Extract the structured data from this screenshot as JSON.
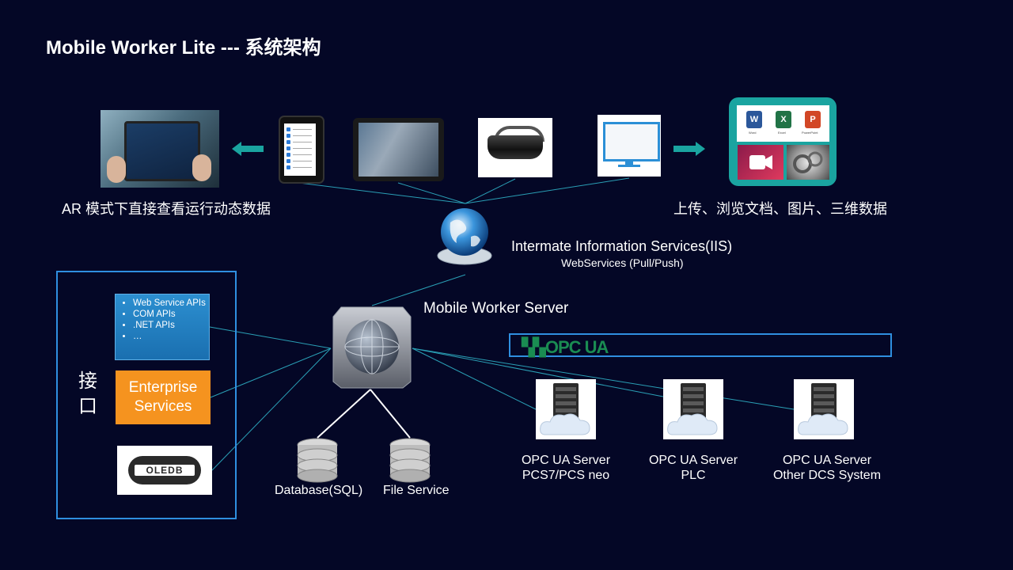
{
  "title": "Mobile Worker Lite --- 系统架构",
  "top_left_caption": "AR 模式下直接查看运行动态数据",
  "top_right_caption": "上传、浏览文档、图片、三维数据",
  "iis": {
    "title": "Intermate Information Services(IIS)",
    "subtitle": "WebServices (Pull/Push)"
  },
  "server_label": "Mobile  Worker Server",
  "interfaces": {
    "label": "接\n口",
    "apis": [
      "Web Service APIs",
      "COM APIs",
      ".NET APIs",
      "…"
    ],
    "enterprise": "Enterprise Services",
    "oledb": "OLEDB"
  },
  "storage": {
    "database": "Database(SQL)",
    "file": "File Service"
  },
  "opc_logo": "OPC UA",
  "opc_servers": [
    {
      "line1": "OPC UA Server",
      "line2": "PCS7/PCS neo"
    },
    {
      "line1": "OPC UA Server",
      "line2": "PLC"
    },
    {
      "line1": "OPC UA Server",
      "line2": "Other DCS System"
    }
  ],
  "doc_icons": [
    {
      "letter": "W",
      "caption": "Word",
      "color": "#2b579a"
    },
    {
      "letter": "X",
      "caption": "Excel",
      "color": "#217346"
    },
    {
      "letter": "P",
      "caption": "PowerPoint",
      "color": "#d24726"
    }
  ],
  "colors": {
    "background": "#040726",
    "accent_blue": "#2f8fe0",
    "teal": "#1aa4a0",
    "orange": "#f5931f",
    "connector": "#2a9fb5"
  }
}
